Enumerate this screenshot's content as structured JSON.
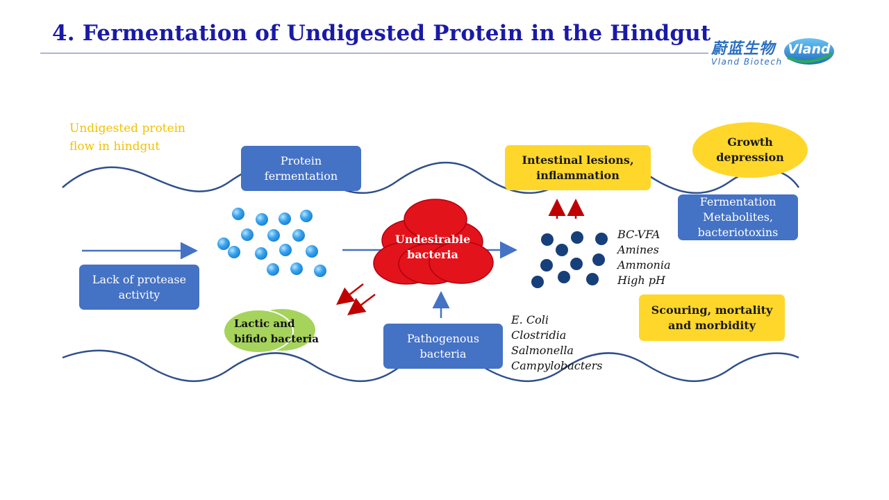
{
  "title": "4. Fermentation of Undigested Protein in the Hindgut",
  "logo": {
    "chinese": "蔚蓝生物",
    "english": "Vland  Biotech",
    "badge": "Vland"
  },
  "flow_label": "Undigested  protein flow in hindgut",
  "boxes": {
    "protein_fermentation": "Protein fermentation",
    "lack_protease": "Lack of protease activity",
    "pathogenous": "Pathogenous bacteria",
    "intestinal_lesions": "Intestinal lesions, inflammation",
    "growth_depression": "Growth depression",
    "fermentation_metabolites": "Fermentation Metabolites, bacteriotoxins",
    "scouring": "Scouring, mortality and morbidity"
  },
  "undesirable_bacteria": "Undesirable bacteria",
  "lactic_bacteria": "Lactic and bifido bacteria",
  "metabolites_list": [
    "BC-VFA",
    "Amines",
    "Ammonia",
    "High pH"
  ],
  "pathogens_list": [
    "E. Coli",
    "Clostridia",
    "Salmonella",
    "Campylobacters"
  ],
  "colors": {
    "title": "#1a1aa6",
    "blue_box": "#4472c4",
    "yellow_box": "#ffd72a",
    "wave": "#2f4f8a",
    "arrow_blue": "#4472c4",
    "arrow_red": "#c00000",
    "undesirable_fill": "#e3131b",
    "lactic_fill": "#a6d35c",
    "light_dot": "#3aa4ee",
    "dark_dot": "#17407a",
    "flow_label": "#f2c200"
  }
}
